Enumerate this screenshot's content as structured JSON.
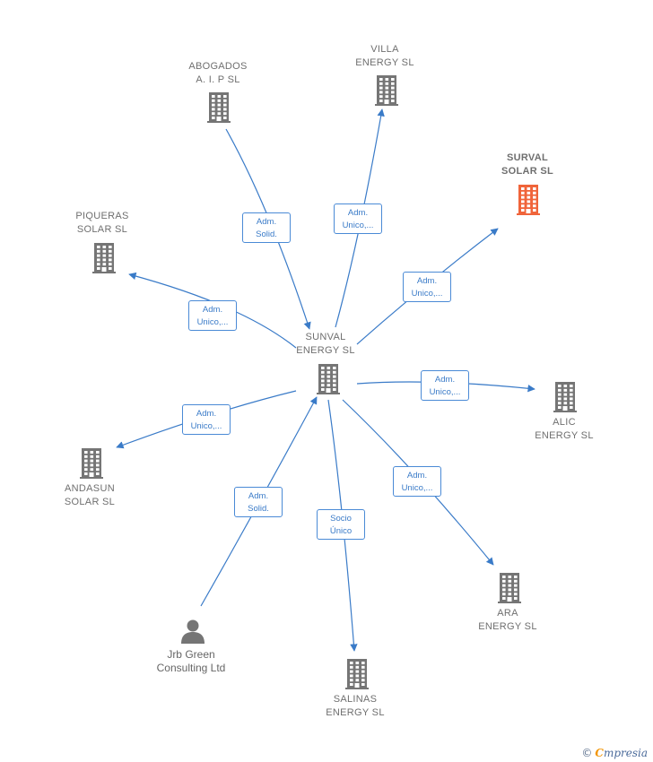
{
  "colors": {
    "edge": "#3a7bc8",
    "building": "#757575",
    "building_highlight": "#f0643a",
    "person": "#757575"
  },
  "center": {
    "id": "sunval",
    "label": "SUNVAL\nENERGY  SL"
  },
  "nodes": [
    {
      "id": "abogados",
      "label": "ABOGADOS\nA.  I. P SL",
      "icon": "building-icon"
    },
    {
      "id": "villa",
      "label": "VILLA\nENERGY  SL",
      "icon": "building-icon"
    },
    {
      "id": "surval",
      "label": "SURVAL\nSOLAR  SL",
      "icon": "building-icon",
      "highlight": true
    },
    {
      "id": "piqueras",
      "label": "PIQUERAS\nSOLAR  SL",
      "icon": "building-icon"
    },
    {
      "id": "alic",
      "label": "ALIC\nENERGY  SL",
      "icon": "building-icon"
    },
    {
      "id": "andasun",
      "label": "ANDASUN\nSOLAR  SL",
      "icon": "building-icon"
    },
    {
      "id": "ara",
      "label": "ARA\nENERGY  SL",
      "icon": "building-icon"
    },
    {
      "id": "jrb",
      "label": "Jrb Green\nConsulting Ltd",
      "icon": "person-icon"
    },
    {
      "id": "salinas",
      "label": "SALINAS\nENERGY  SL",
      "icon": "building-icon"
    }
  ],
  "edges": [
    {
      "from": "abogados",
      "to": "sunval",
      "label": "Adm.\nSolid."
    },
    {
      "from": "sunval",
      "to": "villa",
      "label": "Adm.\nUnico,..."
    },
    {
      "from": "sunval",
      "to": "surval",
      "label": "Adm.\nUnico,..."
    },
    {
      "from": "sunval",
      "to": "piqueras",
      "label": "Adm.\nUnico,..."
    },
    {
      "from": "sunval",
      "to": "alic",
      "label": "Adm.\nUnico,..."
    },
    {
      "from": "sunval",
      "to": "andasun",
      "label": "Adm.\nUnico,..."
    },
    {
      "from": "sunval",
      "to": "ara",
      "label": "Adm.\nUnico,..."
    },
    {
      "from": "jrb",
      "to": "sunval",
      "label": "Adm.\nSolid."
    },
    {
      "from": "sunval",
      "to": "salinas",
      "label": "Socio\nÚnico"
    }
  ],
  "credit": {
    "copyright": "©",
    "brand_initial": "C",
    "brand_rest": "mpresia"
  }
}
